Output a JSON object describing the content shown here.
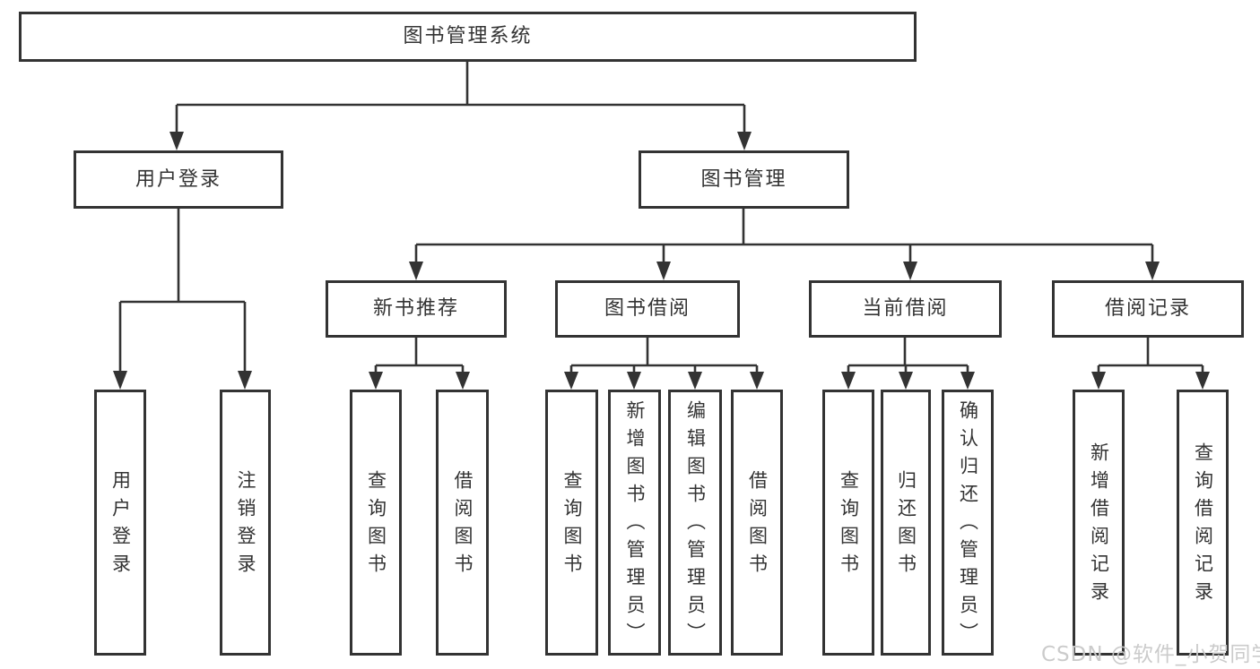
{
  "tree": {
    "root": {
      "label": "图书管理系统"
    },
    "level2": [
      {
        "label": "用户登录"
      },
      {
        "label": "图书管理"
      }
    ],
    "level3": [
      {
        "label": "新书推荐",
        "parent": "图书管理"
      },
      {
        "label": "图书借阅",
        "parent": "图书管理"
      },
      {
        "label": "当前借阅",
        "parent": "图书管理"
      },
      {
        "label": "借阅记录",
        "parent": "图书管理"
      }
    ],
    "leaves": [
      {
        "group": "用户登录",
        "label": "用户登录"
      },
      {
        "group": "用户登录",
        "label": "注销登录"
      },
      {
        "group": "新书推荐",
        "label": "查询图书"
      },
      {
        "group": "新书推荐",
        "label": "借阅图书"
      },
      {
        "group": "图书借阅",
        "label": "查询图书"
      },
      {
        "group": "图书借阅",
        "label": "新增图书（管理员）"
      },
      {
        "group": "图书借阅",
        "label": "编辑图书（管理员）"
      },
      {
        "group": "图书借阅",
        "label": "借阅图书"
      },
      {
        "group": "当前借阅",
        "label": "查询图书"
      },
      {
        "group": "当前借阅",
        "label": "归还图书"
      },
      {
        "group": "当前借阅",
        "label": "确认归还（管理员）"
      },
      {
        "group": "借阅记录",
        "label": "新增借阅记录"
      },
      {
        "group": "借阅记录",
        "label": "查询借阅记录"
      }
    ]
  },
  "watermark": {
    "text": "CSDN @软件_小贺同学"
  },
  "colors": {
    "line": "#333333",
    "text": "#333333",
    "watermark": "#c9c9c9",
    "background": "#ffffff"
  }
}
